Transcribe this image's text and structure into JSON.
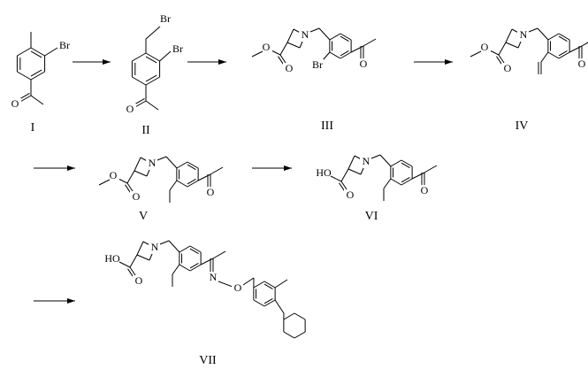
{
  "atoms": {
    "br": "Br",
    "o": "O",
    "n": "N",
    "ho": "HO"
  },
  "compounds": {
    "c1": "I",
    "c2": "II",
    "c3": "III",
    "c4": "IV",
    "c5": "V",
    "c6": "VI",
    "c7": "VII"
  },
  "colors": {
    "ink": "#000000",
    "background": "#ffffff"
  }
}
